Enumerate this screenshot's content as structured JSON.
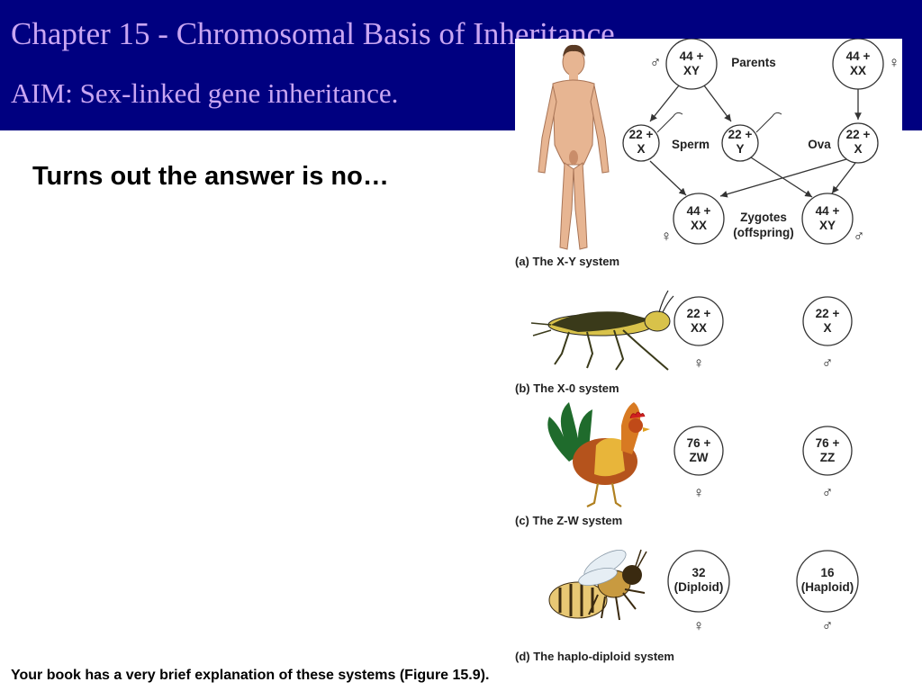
{
  "slide": {
    "title": "Chapter 15 - Chromosomal Basis of Inheritance",
    "aim": "AIM: Sex-linked gene inheritance.",
    "body_text": "Turns out the answer is no…",
    "footer_text": "Your book has a very brief explanation of these systems (Figure 15.9)."
  },
  "figure": {
    "xy": {
      "caption": "(a) The X-Y system",
      "parents_label": "Parents",
      "sperm_label": "Sperm",
      "ova_label": "Ova",
      "zygotes_label": "Zygotes",
      "offspring_label": "(offspring)",
      "father": {
        "l1": "44 +",
        "l2": "XY",
        "sym": "♂"
      },
      "mother": {
        "l1": "44 +",
        "l2": "XX",
        "sym": "♀"
      },
      "sperm_x": {
        "l1": "22 +",
        "l2": "X"
      },
      "sperm_y": {
        "l1": "22 +",
        "l2": "Y"
      },
      "ovum": {
        "l1": "22 +",
        "l2": "X"
      },
      "zyg_f": {
        "l1": "44 +",
        "l2": "XX",
        "sym": "♀"
      },
      "zyg_m": {
        "l1": "44 +",
        "l2": "XY",
        "sym": "♂"
      }
    },
    "x0": {
      "caption": "(b) The X-0 system",
      "female": {
        "l1": "22 +",
        "l2": "XX",
        "sym": "♀"
      },
      "male": {
        "l1": "22 +",
        "l2": "X",
        "sym": "♂"
      }
    },
    "zw": {
      "caption": "(c) The Z-W system",
      "female": {
        "l1": "76 +",
        "l2": "ZW",
        "sym": "♀"
      },
      "male": {
        "l1": "76 +",
        "l2": "ZZ",
        "sym": "♂"
      }
    },
    "hd": {
      "caption": "(d) The haplo-diploid system",
      "female": {
        "l1": "32",
        "l2": "(Diploid)",
        "sym": "♀"
      },
      "male": {
        "l1": "16",
        "l2": "(Haploid)",
        "sym": "♂"
      }
    }
  }
}
